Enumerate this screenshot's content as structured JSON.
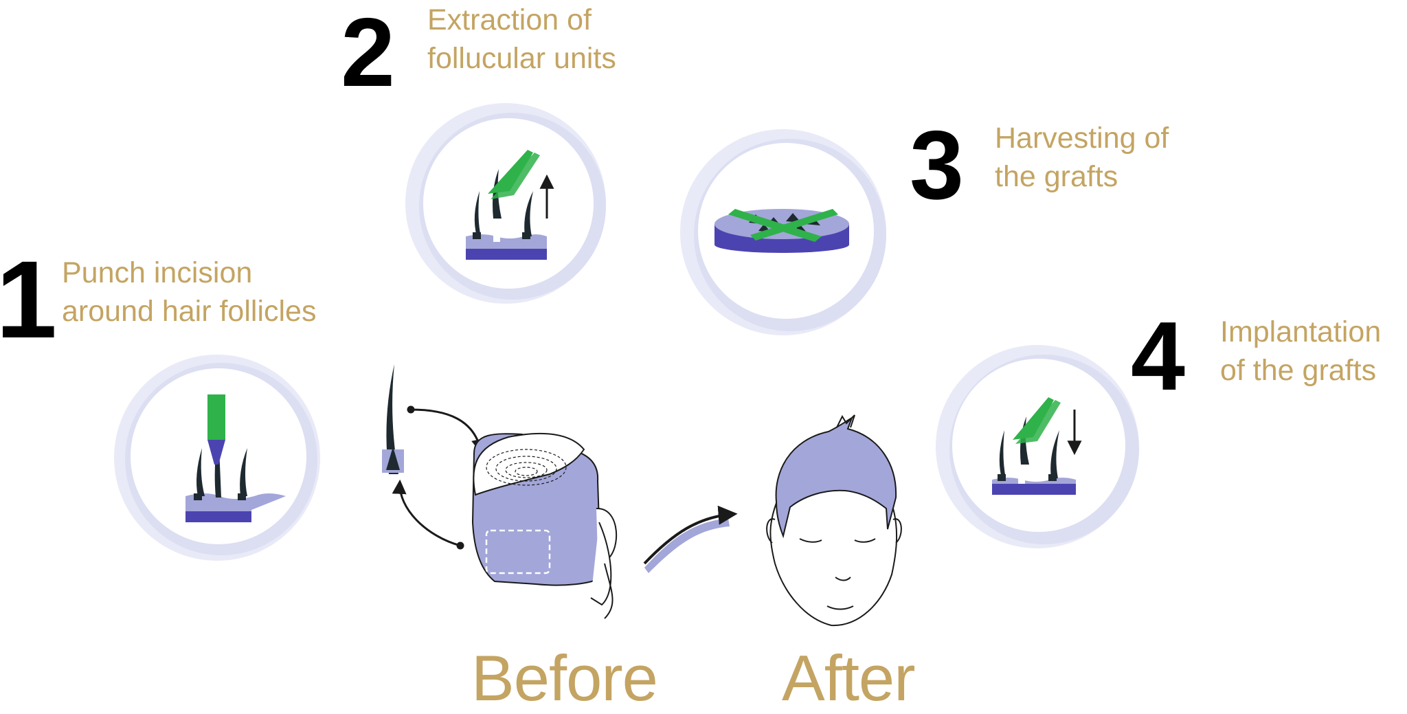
{
  "steps": [
    {
      "number": "1",
      "line1": "Punch incision",
      "line2": "around hair follicles"
    },
    {
      "number": "2",
      "line1": "Extraction of",
      "line2": "follucular units"
    },
    {
      "number": "3",
      "line1": "Harvesting of",
      "line2": "the grafts"
    },
    {
      "number": "4",
      "line1": "Implantation",
      "line2": "of the grafts"
    }
  ],
  "labels": {
    "before": "Before",
    "after": "After"
  },
  "colors": {
    "gold": "#c4a462",
    "ring": "#d7d8f0",
    "lavender": "#a3a6d8",
    "indigo": "#4b44b0",
    "green": "#2fb24a",
    "ink": "#1e2a30"
  }
}
